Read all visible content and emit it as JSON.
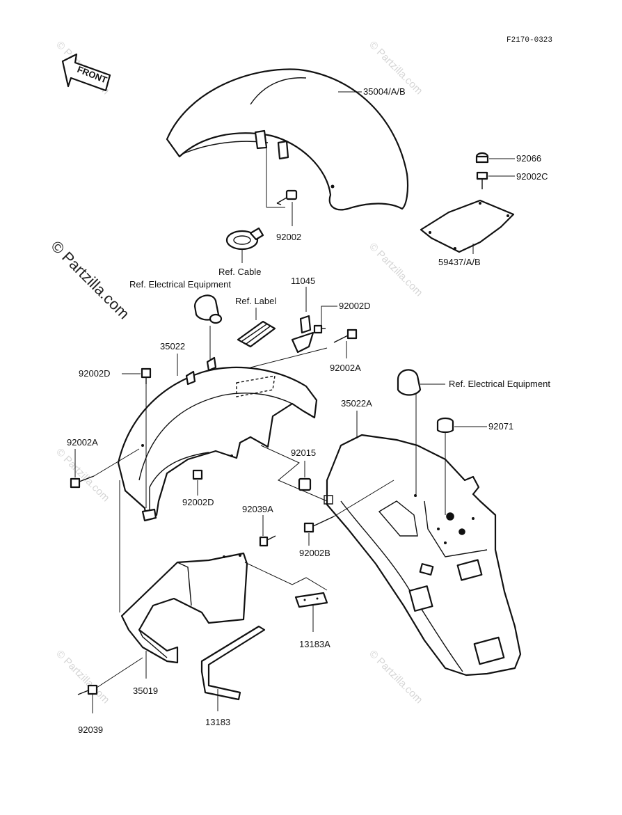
{
  "diagram_code": "F2170-0323",
  "front_arrow": "FRONT",
  "watermark_main": "© Partzilla.com",
  "watermark_small": "© Partzilla.com",
  "callouts": {
    "fender_front": "35004/A/B",
    "bolt_92002": "92002",
    "ref_cable": "Ref. Cable",
    "ref_electrical_1": "Ref. Electrical Equipment",
    "cap_92066": "92066",
    "bolt_92002c": "92002C",
    "cover_59437": "59437/A/B",
    "clip_11045": "11045",
    "bolt_92002d_top": "92002D",
    "ref_label": "Ref. Label",
    "bolt_92002a_right": "92002A",
    "fender_35022": "35022",
    "bolt_92002d_left": "92002D",
    "ref_electrical_2": "Ref. Electrical Equipment",
    "fender_35022a": "35022A",
    "grommet_92071": "92071",
    "bolt_92002a_left": "92002A",
    "nut_92015_left": "92015",
    "nut_92015_right": "92015",
    "bolt_92002d_mid": "92002D",
    "screw_92039a": "92039A",
    "bolt_92002b": "92002B",
    "bracket_13183a": "13183A",
    "bracket_35019": "35019",
    "screw_92039": "92039",
    "bracket_13183": "13183"
  }
}
